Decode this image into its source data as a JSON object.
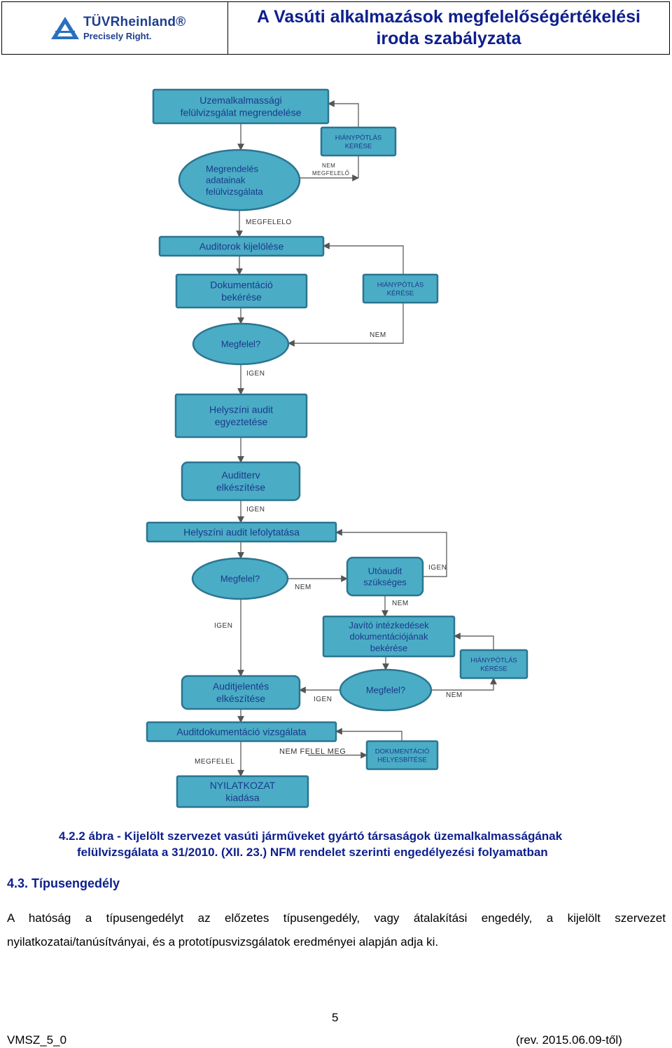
{
  "header": {
    "logo_brand": "TÜVRheinland®",
    "logo_tagline": "Precisely Right.",
    "title": "A Vasúti alkalmazások megfelelőségértékelési iroda szabályzata"
  },
  "flowchart": {
    "boxes": {
      "uzemalk": [
        "Uzemalkalmassági",
        "felülvizsgálat megrendelése"
      ],
      "hiany1": [
        "HIÁNYPÓTLÁS",
        "KÉRÉSE"
      ],
      "megrend": [
        "Megrendelés",
        "adatainak",
        "felülvizsgálata"
      ],
      "auditorok": [
        "Auditorok kijelölése"
      ],
      "dokument": [
        "Dokumentáció",
        "bekérése"
      ],
      "hiany2": [
        "HIÁNYPÓTLÁS",
        "KÉRÉSE"
      ],
      "megfelel1": [
        "Megfelel?"
      ],
      "helyszini": [
        "Helyszíni audit",
        "egyeztetése"
      ],
      "auditterv": [
        "Auditterv",
        "elkészítése"
      ],
      "lefoly": [
        "Helyszíni audit lefolytatása"
      ],
      "megfelel2": [
        "Megfelel?"
      ],
      "utoaudit": [
        "Utóaudit",
        "szükséges"
      ],
      "javito": [
        "Javító intézkedések",
        "dokumentációjának",
        "bekérése"
      ],
      "hiany3": [
        "HIÁNYPÓTLÁS",
        "KÉRÉSE"
      ],
      "auditjel": [
        "Auditjelentés",
        "elkészítése"
      ],
      "megfelel3": [
        "Megfelel?"
      ],
      "auditdok": [
        "Auditdokumentáció vizsgálata"
      ],
      "dokhely": [
        "DOKUMENTÁCIÓ",
        "HELYESBÍTÉSE"
      ],
      "nyilatkozat": [
        "NYILATKOZAT",
        "kiadása"
      ]
    },
    "labels": {
      "nem_megfelelo": [
        "NEM",
        "MEGFELELŐ"
      ],
      "megfelelo": "MEGFELELO",
      "nem1": "NEM",
      "igen1": "IGEN",
      "igen2": "IGEN",
      "nem2": "NEM",
      "igen3": "IGEN",
      "nem3": "NEM",
      "igen4": "IGEN",
      "igen5": "IGEN",
      "nem4": "NEM",
      "megfelel": "MEGFELEL",
      "nem_felel_meg": "NEM FELEL MEG"
    }
  },
  "caption": {
    "line1": "4.2.2 ábra - Kijelölt szervezet vasúti járműveket gyártó társaságok üzemalkalmasságának",
    "line2": "felülvizsgálata a 31/2010. (XII. 23.) NFM rendelet szerinti engedélyezési folyamatban"
  },
  "section": {
    "title": "4.3. Típusengedély",
    "body": "A hatóság a típusengedélyt az előzetes típusengedély, vagy átalakítási engedély, a kijelölt szervezet nyilatkozatai/tanúsítványai, és a prototípusvizsgálatok eredményei alapján adja ki."
  },
  "footer": {
    "page_number": "5",
    "doc_id": "VMSZ_5_0",
    "revision": "(rev. 2015.06.09-től)"
  },
  "colors": {
    "box_fill": "#4bacc6",
    "box_stroke": "#2c7590",
    "box_text": "#1a3a8a",
    "heading_blue": "#0d1f8c",
    "logo_blue": "#1f3f8f"
  }
}
